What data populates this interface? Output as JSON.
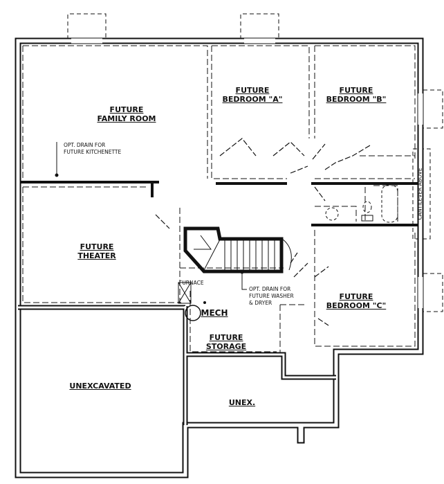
{
  "rooms": {
    "family_room": [
      "FUTURE",
      "FAMILY ROOM"
    ],
    "bedroom_a": [
      "FUTURE",
      "BEDROOM \"A\""
    ],
    "bedroom_b": [
      "FUTURE",
      "BEDROOM \"B\""
    ],
    "theater": [
      "FUTURE",
      "THEATER"
    ],
    "mech": "MECH",
    "storage": [
      "FUTURE",
      "STORAGE"
    ],
    "bedroom_c": [
      "FUTURE",
      "BEDROOM \"C\""
    ],
    "unexcavated": "UNEXCAVATED",
    "unex": "UNEX."
  },
  "notes": {
    "kitchenette": [
      "OPT. DRAIN FOR",
      "FUTURE KITCHENETTE"
    ],
    "washer": [
      "OPT. DRAIN FOR",
      "FUTURE WASHER",
      "& DRYER"
    ],
    "furnace": "FURNACE",
    "cantilever": "CANTILEVER ABOVE"
  }
}
